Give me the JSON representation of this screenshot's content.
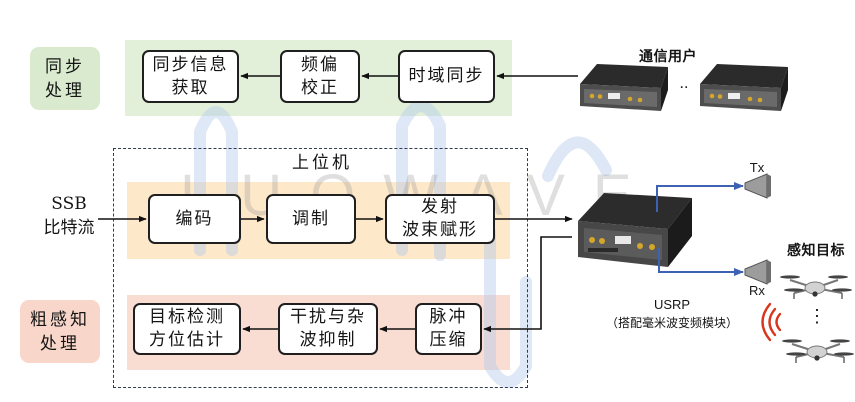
{
  "watermark": "LUOWAVE",
  "colors": {
    "sync_band": "#e2efd9",
    "sync_side": "#d9eace",
    "tx_band": "#fde8c9",
    "coarse_band": "#f9ddd2",
    "coarse_side": "#f8d7ca",
    "block_border": "#1f1f1f",
    "dashed_border": "#2f3b52",
    "antenna_line": "#3d62b3",
    "signal_icon": "#d8361c"
  },
  "sync_processing": {
    "side_label": [
      "同步",
      "处理"
    ],
    "blocks": [
      {
        "lines": [
          "同步信息",
          "获取"
        ]
      },
      {
        "lines": [
          "频偏",
          "校正"
        ]
      },
      {
        "lines": [
          "时域同步"
        ]
      }
    ]
  },
  "communication_users": {
    "label": "通信用户",
    "ellipsis": "··"
  },
  "host": {
    "title": "上位机",
    "input_label": [
      "SSB",
      "比特流"
    ],
    "transmit_blocks": [
      {
        "lines": [
          "编码"
        ]
      },
      {
        "lines": [
          "调制"
        ]
      },
      {
        "lines": [
          "发射",
          "波束赋形"
        ]
      }
    ],
    "receive_blocks": [
      {
        "lines": [
          "脉冲",
          "压缩"
        ]
      },
      {
        "lines": [
          "干扰与杂",
          "波抑制"
        ]
      },
      {
        "lines": [
          "目标检测",
          "方位估计"
        ]
      }
    ]
  },
  "coarse_sensing": {
    "side_label": [
      "粗感知",
      "处理"
    ]
  },
  "usrp": {
    "name": "USRP",
    "note": "（搭配毫米波变频模块）"
  },
  "antennas": {
    "tx": "Tx",
    "rx": "Rx"
  },
  "sensing_target": {
    "label": "感知目标",
    "ellipsis": "⋮"
  },
  "icons": [
    "comm-user-device-icon",
    "usrp-device-icon",
    "horn-antenna-icon",
    "drone-icon",
    "radar-signal-icon"
  ]
}
